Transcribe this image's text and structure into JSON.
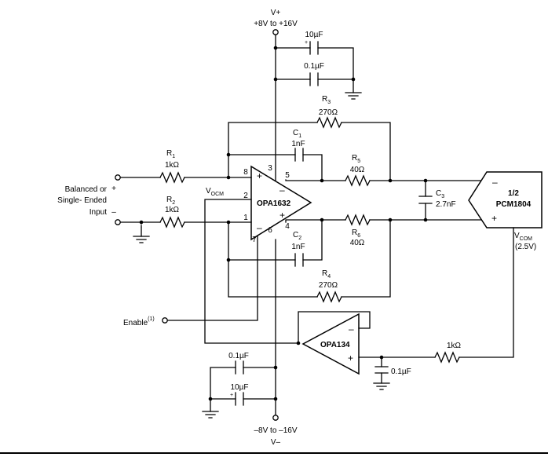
{
  "supply": {
    "vpos_label": "V+",
    "vpos_range": "+8V to +16V",
    "vneg_label": "V–",
    "vneg_range": "–8V to –16V"
  },
  "components": {
    "c_top_10u": "10µF",
    "c_top_01u": "0.1µF",
    "c_bot_01u": "0.1µF",
    "c_bot_10u": "10µF",
    "c_buf_01u": "0.1µF",
    "r1_ref": "R",
    "r1_sub": "1",
    "r1_val": "1kΩ",
    "r2_ref": "R",
    "r2_sub": "2",
    "r2_val": "1kΩ",
    "r3_ref": "R",
    "r3_sub": "3",
    "r3_val": "270Ω",
    "r4_ref": "R",
    "r4_sub": "4",
    "r4_val": "270Ω",
    "r5_ref": "R",
    "r5_sub": "5",
    "r5_val": "40Ω",
    "r6_ref": "R",
    "r6_sub": "6",
    "r6_val": "40Ω",
    "c1_ref": "C",
    "c1_sub": "1",
    "c1_val": "1nF",
    "c2_ref": "C",
    "c2_sub": "2",
    "c2_val": "1nF",
    "c3_ref": "C",
    "c3_sub": "3",
    "c3_val": "2.7nF",
    "r_buf_val": "1kΩ"
  },
  "opa1632": {
    "name": "OPA1632",
    "pin8": "8",
    "pin3": "3",
    "pin5": "5",
    "pin2": "2",
    "pin1": "1",
    "pin4": "4",
    "pin7": "7",
    "pin6": "6",
    "plus": "+",
    "minus": "–"
  },
  "opa134": {
    "name": "OPA134",
    "minus": "–",
    "plus": "+"
  },
  "pcm1804": {
    "line1": "1/2",
    "line2": "PCM1804",
    "minus": "–",
    "plus": "+",
    "vcom_main": "V",
    "vcom_sub": "COM",
    "vcom_value": "(2.5V)"
  },
  "vocm": {
    "main": "V",
    "sub": "OCM"
  },
  "input": {
    "line1": "Balanced or",
    "line2": "Single- Ended",
    "line3": "Input",
    "plus": "+",
    "minus": "–"
  },
  "enable": {
    "label": "Enable",
    "note": "(1)"
  },
  "cap_polarity": "+"
}
